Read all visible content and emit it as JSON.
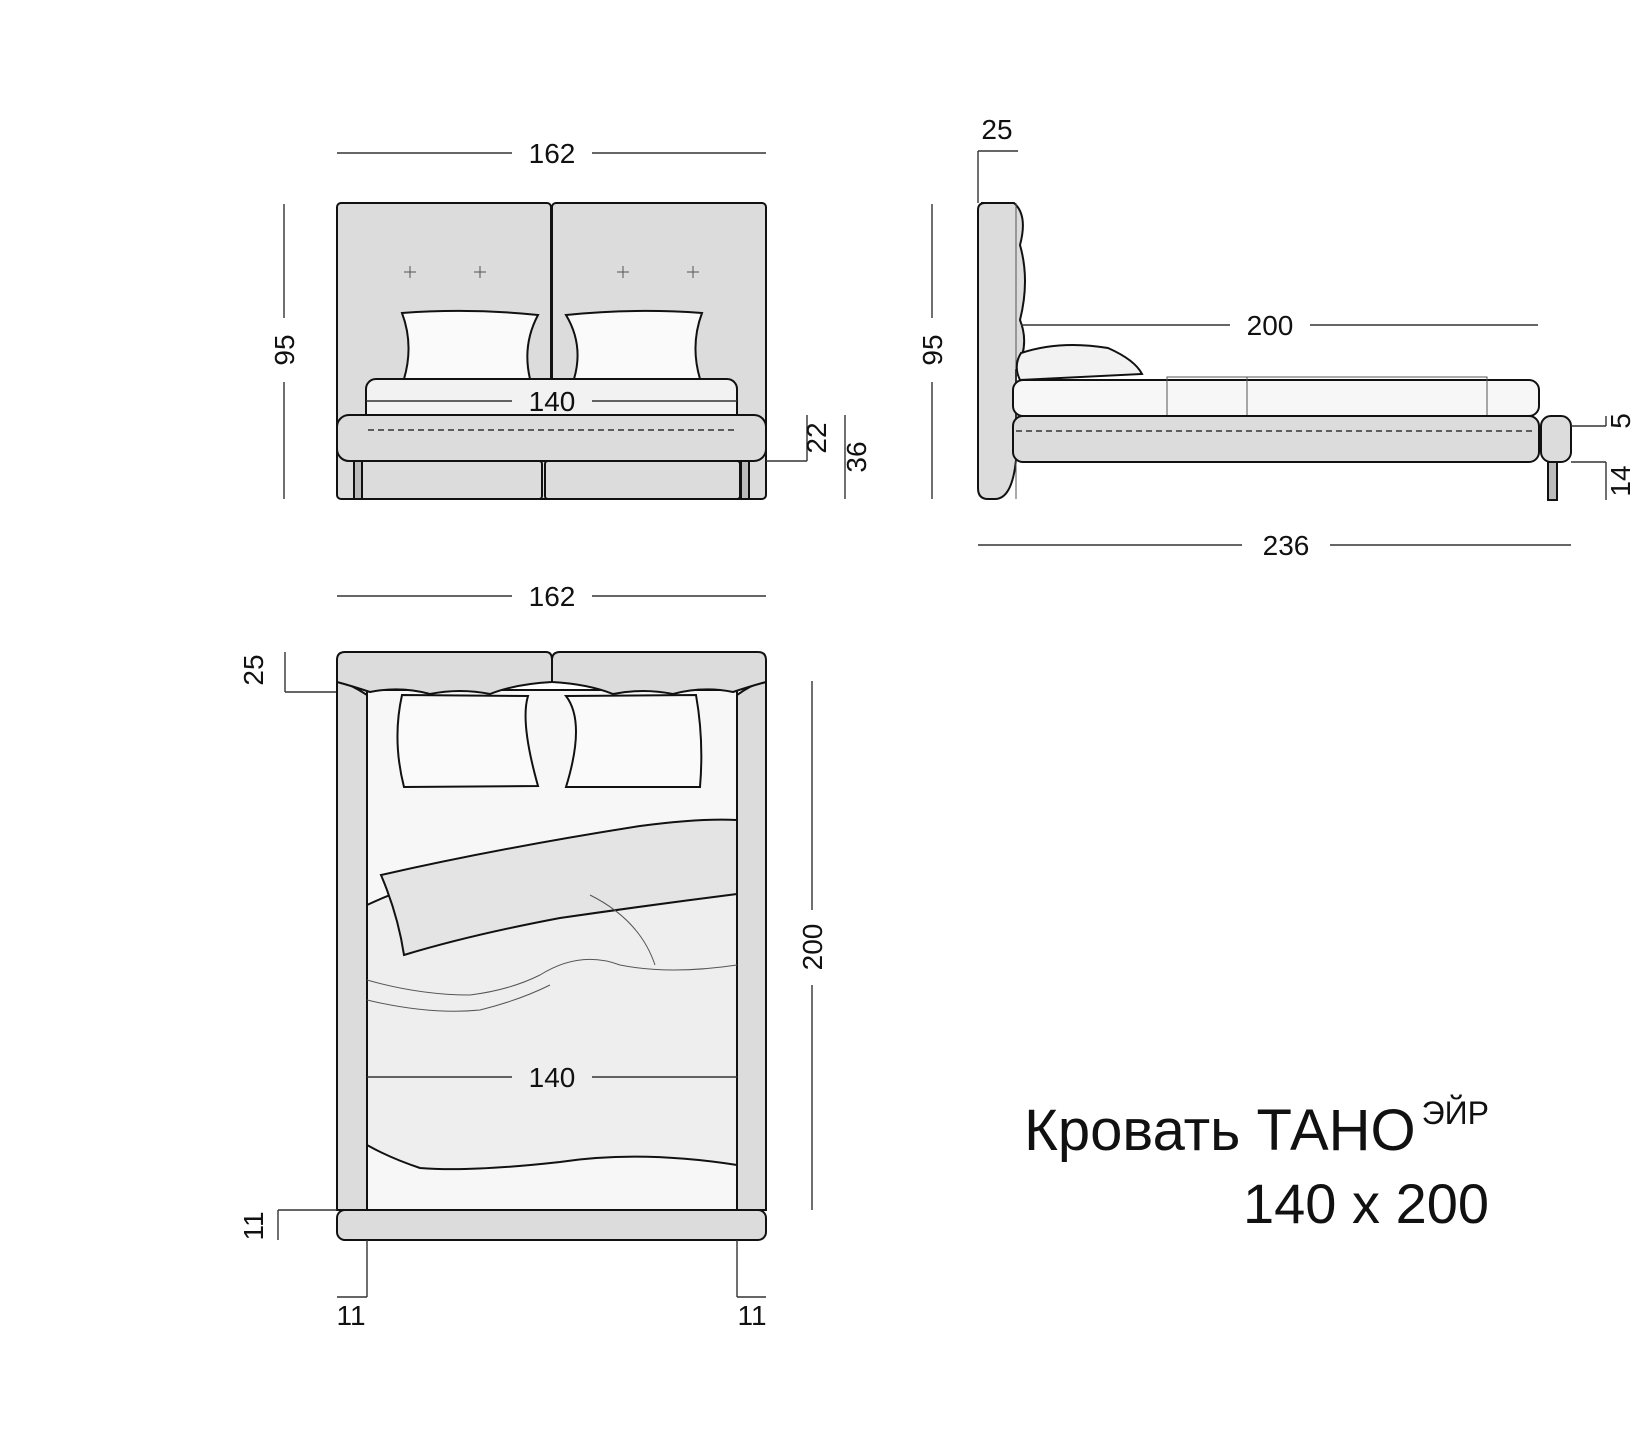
{
  "product": {
    "title": "Кровать ТАНО",
    "title_superscript": "ЭЙР",
    "size": "140 x 200"
  },
  "front_view": {
    "width_total": "162",
    "height_total": "95",
    "mattress_width": "140",
    "frame_height": "22",
    "base_height": "36"
  },
  "side_view": {
    "headboard_depth": "25",
    "height_total": "95",
    "mattress_length": "200",
    "length_total": "236",
    "foot_top": "5",
    "leg_height": "14"
  },
  "top_view": {
    "width_total": "162",
    "headboard_depth": "25",
    "mattress_length": "200",
    "mattress_width": "140",
    "foot_rail": "11",
    "side_left": "11",
    "side_right": "11"
  },
  "colors": {
    "fill_upholstery": "#dcdcdc",
    "fill_linen": "#f2f2f2",
    "stroke": "#111111"
  }
}
